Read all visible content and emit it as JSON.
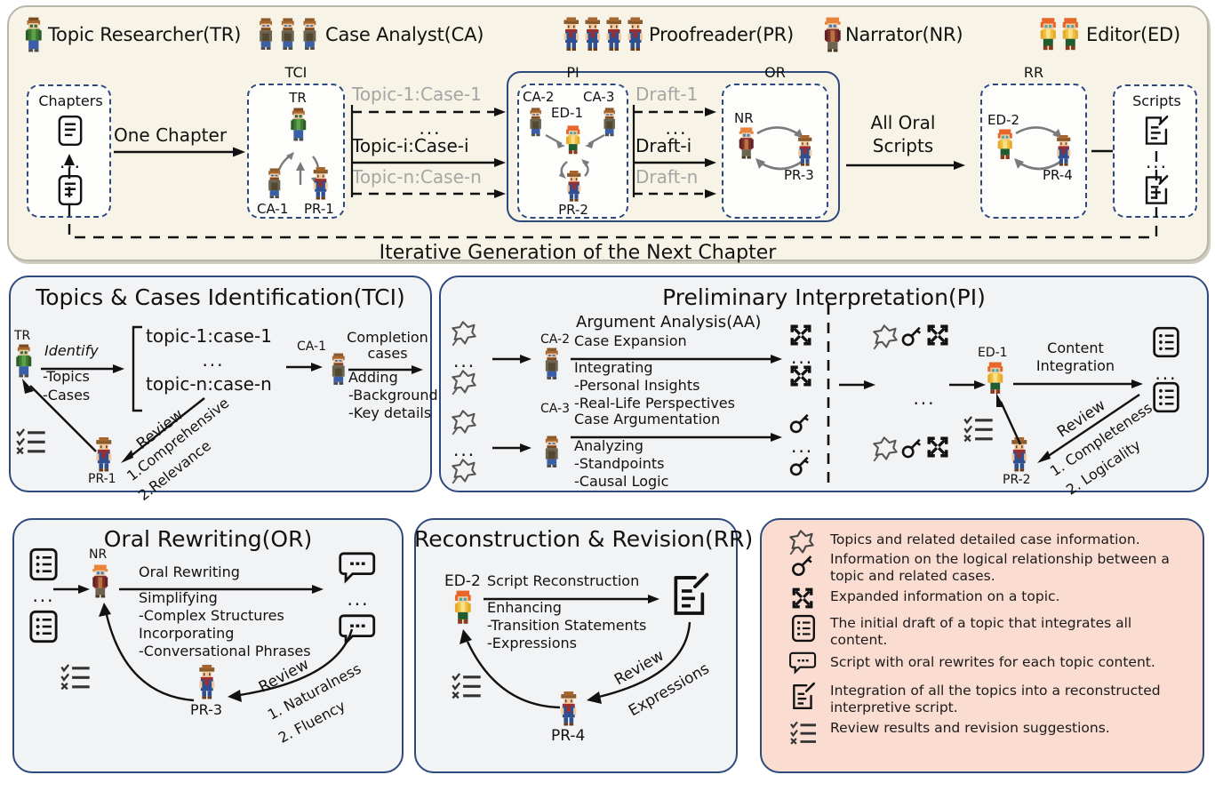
{
  "header": {
    "roles": [
      {
        "abbr": "TR",
        "label": "Topic Researcher(TR)",
        "count": 1,
        "kind": "tr"
      },
      {
        "abbr": "CA",
        "label": "Case Analyst(CA)",
        "count": 3,
        "kind": "ca"
      },
      {
        "abbr": "PR",
        "label": "Proofreader(PR)",
        "count": 4,
        "kind": "pr"
      },
      {
        "abbr": "NR",
        "label": "Narrator(NR)",
        "count": 1,
        "kind": "nr"
      },
      {
        "abbr": "ED",
        "label": "Editor(ED)",
        "count": 2,
        "kind": "ed"
      }
    ]
  },
  "pipeline": {
    "input_box": {
      "title": "Chapters",
      "ellipsis": "..."
    },
    "output_box": {
      "title": "Scripts",
      "ellipsis": "..."
    },
    "stages": [
      {
        "code": "TCI",
        "agents": [
          "TR",
          "CA-1",
          "PR-1"
        ]
      },
      {
        "code": "PI",
        "agents": [
          "CA-2",
          "CA-3",
          "ED-1",
          "PR-2"
        ]
      },
      {
        "code": "OR",
        "agents": [
          "NR",
          "PR-3"
        ]
      },
      {
        "code": "RR",
        "agents": [
          "ED-2",
          "PR-4"
        ]
      }
    ],
    "arrow_one_chapter": "One Chapter",
    "topic_case_top": "Topic-1:Case-1",
    "topic_case_mid": "Topic-i:Case-i",
    "topic_case_bottom": "Topic-n:Case-n",
    "topic_case_ellipsis": "...",
    "draft_top": "Draft-1",
    "draft_mid": "Draft-i",
    "draft_bottom": "Draft-n",
    "draft_ellipsis": "...",
    "all_oral_scripts_line1": "All Oral",
    "all_oral_scripts_line2": "Scripts",
    "feedback_label": "Iterative Generation of the Next Chapter"
  },
  "tci": {
    "title": "Topics & Cases Identification(TCI)",
    "agent_tr": "TR",
    "agent_ca": "CA-1",
    "agent_pr": "PR-1",
    "identify_label": "Identify",
    "identify_sub1": "-Topics",
    "identify_sub2": "-Cases",
    "bracket_line1": "topic-1:case-1",
    "bracket_ellipsis": "...",
    "bracket_line3": "topic-n:case-n",
    "completion_line1": "Completion",
    "completion_line2": "cases",
    "adding": "Adding",
    "adding_sub1": "-Background",
    "adding_sub2": "-Key details",
    "review_label": "Review",
    "review_c1": "1.Comprehensive",
    "review_c2": "2.Relevance",
    "out_ellipsis": "..."
  },
  "pi": {
    "title": "Preliminary Interpretation(PI)",
    "aa_title": "Argument Analysis(AA)",
    "agent_ca2": "CA-2",
    "agent_ca3": "CA-3",
    "agent_ed1": "ED-1",
    "agent_pr2": "PR-2",
    "case_expansion": "Case Expansion",
    "integrating": "Integrating",
    "integrating_sub1": "-Personal Insights",
    "integrating_sub2": "-Real-Life Perspectives",
    "case_argumentation": "Case Argumentation",
    "analyzing": "Analyzing",
    "analyzing_sub1": "-Standpoints",
    "analyzing_sub2": "-Causal Logic",
    "content_integration_line1": "Content",
    "content_integration_line2": "Integration",
    "review_label": "Review",
    "review_c1": "1. Completeness",
    "review_c2": "2. Logicality",
    "ellipsis": "..."
  },
  "or": {
    "title": "Oral Rewriting(OR)",
    "agent_nr": "NR",
    "agent_pr3": "PR-3",
    "oral_rewriting": "Oral Rewriting",
    "simplifying": "Simplifying",
    "simplifying_sub": "-Complex Structures",
    "incorporating": "Incorporating",
    "incorporating_sub": "-Conversational Phrases",
    "review_label": "Review",
    "review_c1": "1. Naturalness",
    "review_c2": "2. Fluency",
    "ellipsis": "..."
  },
  "rr": {
    "title": "Reconstruction & Revision(RR)",
    "agent_ed2": "ED-2",
    "agent_pr4": "PR-4",
    "script_reconstruction": "Script Reconstruction",
    "enhancing": "Enhancing",
    "enhancing_sub1": "-Transition Statements",
    "enhancing_sub2": "-Expressions",
    "review_label": "Review",
    "review_c2": "Expressions"
  },
  "legend": {
    "items": [
      {
        "icon": "star-topic-icon",
        "text": "Topics and related detailed case information."
      },
      {
        "icon": "key-logic-icon",
        "text": "Information on the logical relationship between a topic and related cases."
      },
      {
        "icon": "expand-icon",
        "text": "Expanded information on a topic."
      },
      {
        "icon": "document-list-icon",
        "text": "The initial draft of a topic that integrates all content."
      },
      {
        "icon": "speech-bubble-icon",
        "text": "Script with oral rewrites for each topic content."
      },
      {
        "icon": "script-edit-icon",
        "text": "Integration of all the topics into a reconstructed interpretive script."
      },
      {
        "icon": "checklist-icon",
        "text": "Review results and revision suggestions."
      }
    ]
  },
  "colors": {
    "panel_border": "#2e4a7d",
    "panel_top_bg": "#f7f3e7",
    "panel_bg": "#f2f3f5",
    "legend_bg": "#fadcd0",
    "dim_text": "#a5a5a5",
    "ink": "#111111"
  }
}
